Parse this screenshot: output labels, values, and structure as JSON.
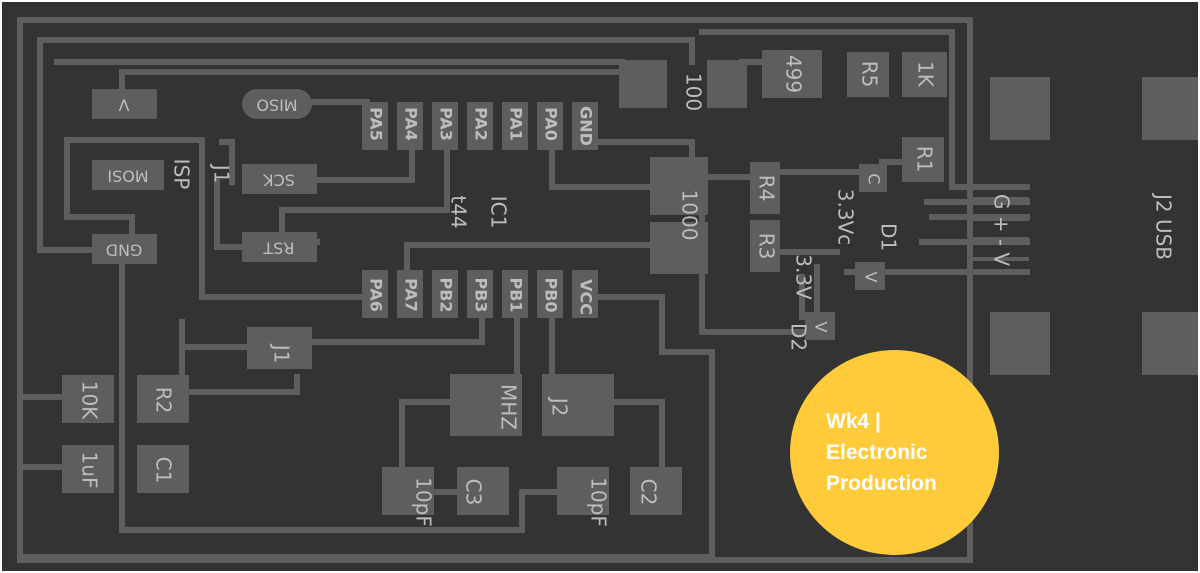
{
  "badge": {
    "line1": "Wk4 |",
    "line2": "Electronic",
    "line3": "Production"
  },
  "board_labels": {
    "miso": "MISO",
    "mosi": "MOSI",
    "sck": "SCK",
    "rst": "RST",
    "gnd_header": "GND",
    "v_header": "V",
    "isp_ref": "ISP",
    "j1_ref": "J1",
    "ic1_ref": "IC1",
    "t44_ref": "t44",
    "cap_1uf": "1uF",
    "c1_ref": "C1",
    "r_10k": "10K",
    "r2_ref": "R2",
    "j2_ref": "J2",
    "mhz_label": "MHZ",
    "c3_label": "C3",
    "c2_label": "C2",
    "pf_left": "10pF",
    "pf_right": "10pF",
    "r_100": "100",
    "r_1000": "1000",
    "r4_ref": "R4",
    "r3_ref": "R3",
    "r_499": "499",
    "r5_ref": "R5",
    "r_1k": "1K",
    "r1_ref": "R1",
    "d1_ref": "D1",
    "d2_ref": "D2",
    "d_3v3": "3.3V",
    "d_3v3_c": "3.3Vc",
    "d_v": "V",
    "d_c": "C",
    "usb_label": "J2 USB",
    "usb_pins": "G + - V",
    "pa5": "PA5",
    "pa4": "PA4",
    "pa3": "PA3",
    "pa2": "PA2",
    "pa1": "PA1",
    "pa0": "PA0",
    "gnd_ic": "GND",
    "pa6": "PA6",
    "pa7": "PA7",
    "pb2": "PB2",
    "pb3": "PB3",
    "pb1": "PB1",
    "pb0": "PB0",
    "vcc": "VCC"
  },
  "colors": {
    "board": "#333333",
    "copper": "#5e5e5e",
    "silkscreen": "#bdbdbd",
    "badge": "#ffcb3b",
    "badge_text": "#ffffff"
  }
}
